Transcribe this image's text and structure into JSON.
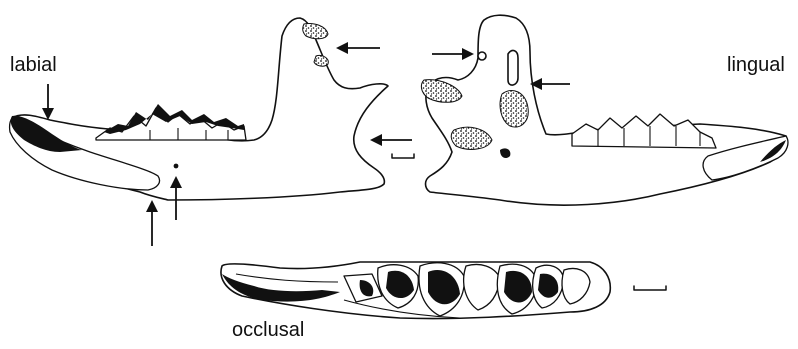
{
  "labels": {
    "labial": "labial",
    "lingual": "lingual",
    "occlusal": "occlusal"
  },
  "colors": {
    "ink": "#111111",
    "background": "#ffffff"
  },
  "views": [
    "labial",
    "lingual",
    "occlusal"
  ]
}
